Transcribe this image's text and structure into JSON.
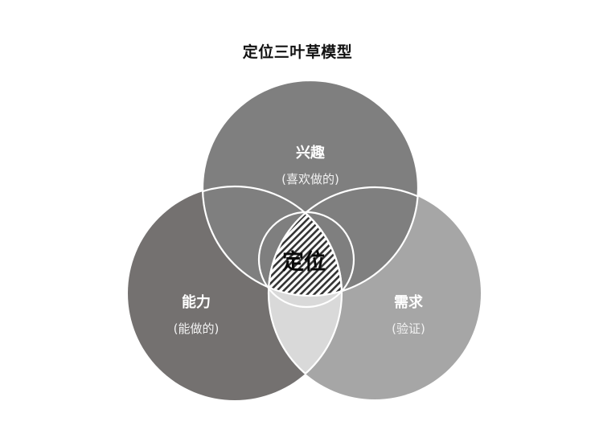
{
  "title": "定位三叶草模型",
  "circles": {
    "interest": {
      "label": "兴趣",
      "sub": "(喜欢做的)",
      "color": "#7f7f7f"
    },
    "ability": {
      "label": "能力",
      "sub": "(能做的)",
      "color": "#747170"
    },
    "demand": {
      "label": "需求",
      "sub": "(验证)",
      "color": "#a6a6a6"
    }
  },
  "center": {
    "label": "定位",
    "fill": "hatched"
  },
  "lens_color": "#d9d9d9",
  "stroke_color": "#ffffff"
}
